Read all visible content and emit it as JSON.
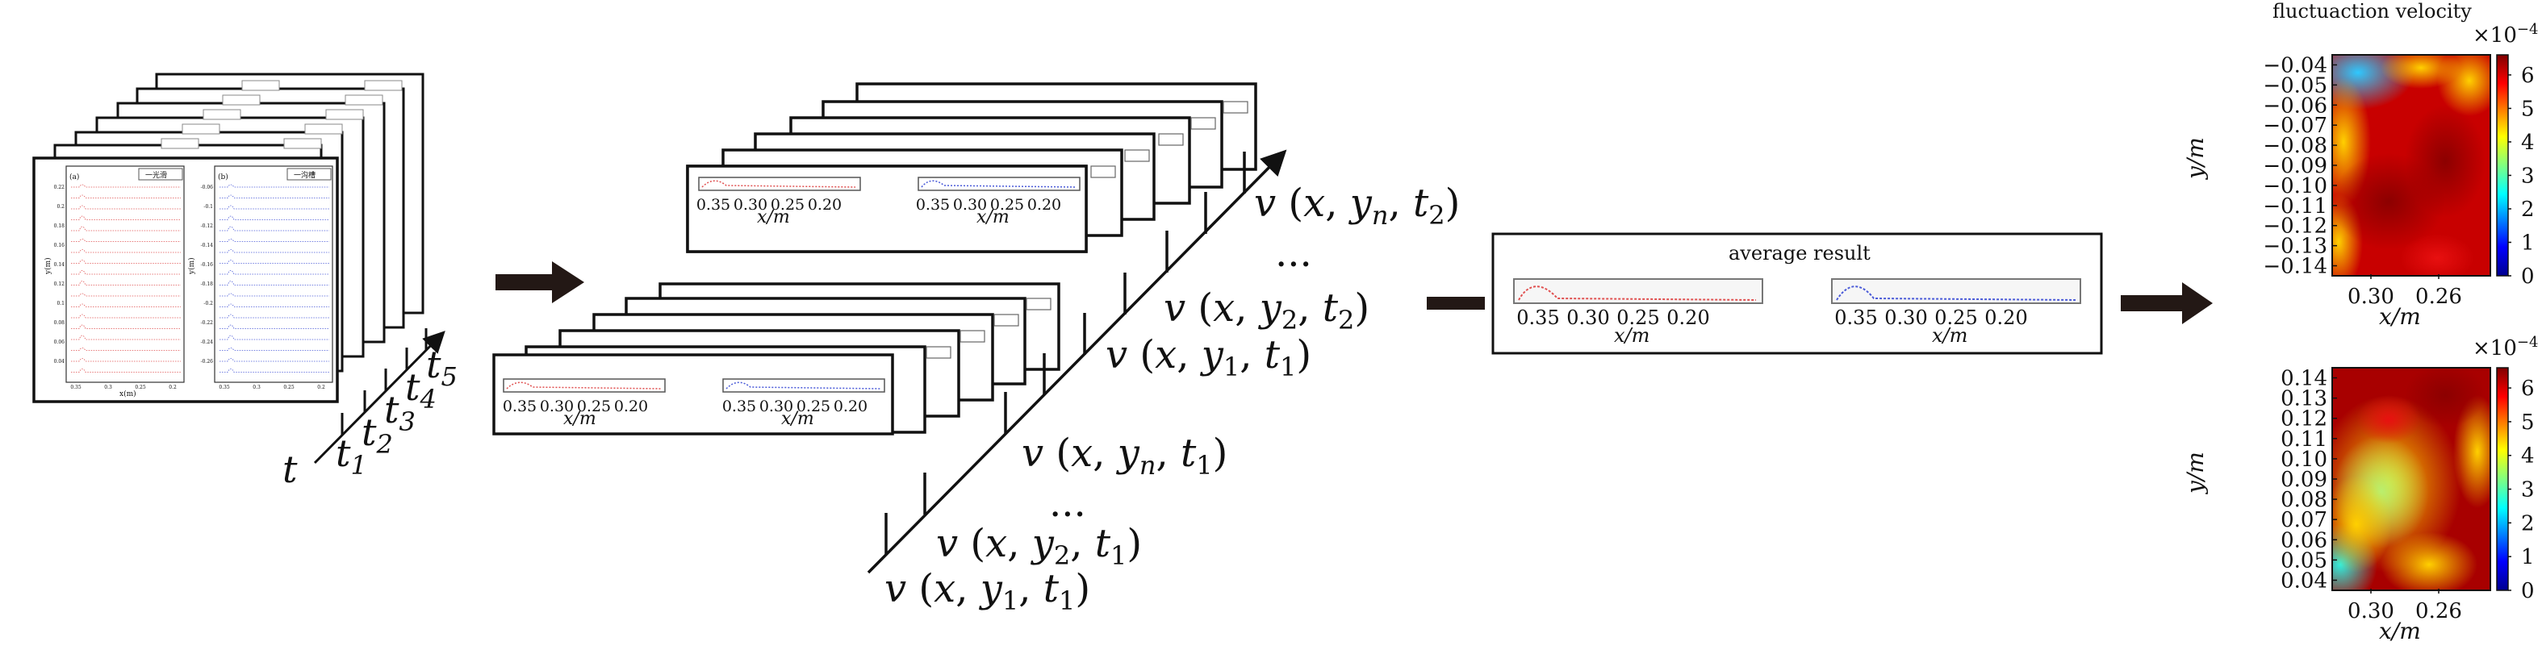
{
  "labels": {
    "t": "t",
    "t_sub": [
      "1",
      "2",
      "3",
      "4",
      "5"
    ],
    "v_y1_t1": "v (x, y",
    "v_sub_y1": "1",
    "v_tail_t1": ", t",
    "v_sub_t1": "1",
    "close": ")",
    "sub_1": "1",
    "sub_2": "2",
    "sub_n": "n",
    "ellipsis": "...",
    "average_result": "average result",
    "fluct_title": "fluctuaction velocity",
    "exp_label": "×10",
    "exp_power": "−4",
    "x_axis_label": "x/m",
    "y_axis_label": "y/m"
  },
  "doc_card": {
    "left_tag": "(a)",
    "right_tag": "(b)",
    "left_legend": "一光滑",
    "right_legend": "一沟槽",
    "x_axis": "x(m)",
    "y_axis": "y(m)",
    "left_yticks": [
      "0.22",
      "0.2",
      "0.18",
      "0.16",
      "0.14",
      "0.12",
      "0.1",
      "0.08",
      "0.06",
      "0.04"
    ],
    "right_yticks": [
      "-0.06",
      "-0.1",
      "-0.12",
      "-0.14",
      "-0.16",
      "-0.18",
      "-0.2",
      "-0.22",
      "-0.24",
      "-0.26"
    ],
    "xticks": [
      "0.35",
      "0.3",
      "0.25",
      "0.2"
    ]
  },
  "strip_ticks": [
    "0.35",
    "0.30",
    "0.25",
    "0.20"
  ],
  "heatmap_top": {
    "yticks": [
      "−0.04",
      "−0.05",
      "−0.06",
      "−0.07",
      "−0.08",
      "−0.09",
      "−0.10",
      "−0.11",
      "−0.12",
      "−0.13",
      "−0.14"
    ],
    "xticks": [
      "0.30",
      "0.26"
    ]
  },
  "heatmap_bottom": {
    "yticks": [
      "0.14",
      "0.13",
      "0.12",
      "0.11",
      "0.10",
      "0.09",
      "0.08",
      "0.07",
      "0.06",
      "0.05",
      "0.04"
    ],
    "xticks": [
      "0.30",
      "0.26"
    ]
  },
  "colorbar_ticks": [
    "6",
    "5",
    "4",
    "3",
    "2",
    "1",
    "0"
  ],
  "colors": {
    "red_series": "#e05050",
    "blue_series": "#4a5ad8",
    "arrow": "#231815"
  }
}
